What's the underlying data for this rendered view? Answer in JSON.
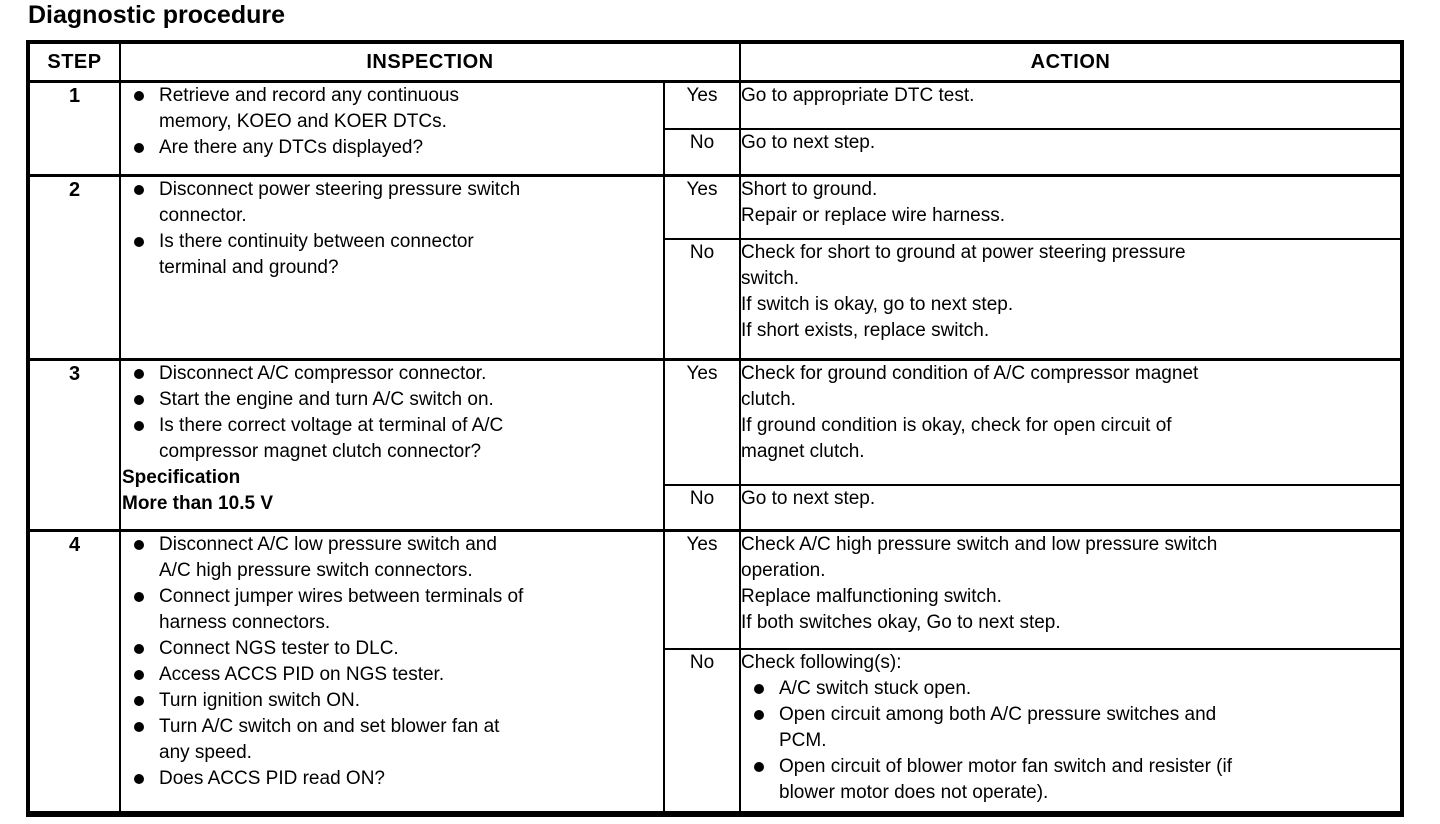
{
  "title": "Diagnostic procedure",
  "table": {
    "header": {
      "step": "STEP",
      "inspection": "INSPECTION",
      "action": "ACTION"
    },
    "rows": [
      {
        "step": "1",
        "inspection": {
          "bullets": [
            "Retrieve and record any continuous\nmemory, KOEO and KOER DTCs.",
            "Are there any DTCs displayed?"
          ]
        },
        "yes": {
          "label": "Yes",
          "lines": [
            "Go to appropriate DTC test."
          ]
        },
        "no": {
          "label": "No",
          "lines": [
            "Go to next step."
          ]
        }
      },
      {
        "step": "2",
        "inspection": {
          "bullets": [
            "Disconnect power steering pressure switch\nconnector.",
            "Is there continuity between connector\nterminal and ground?"
          ]
        },
        "yes": {
          "label": "Yes",
          "lines": [
            "Short to ground.",
            "Repair or replace wire harness."
          ]
        },
        "no": {
          "label": "No",
          "lines": [
            "Check for short to ground at power steering pressure\nswitch.",
            "If switch is okay, go to next step.",
            "If short exists, replace switch."
          ]
        }
      },
      {
        "step": "3",
        "inspection": {
          "bullets": [
            "Disconnect A/C compressor connector.",
            "Start the engine and turn A/C switch on.",
            "Is there correct voltage at terminal of A/C\ncompressor magnet clutch connector?"
          ],
          "notes": [
            "Specification",
            "More than 10.5 V"
          ]
        },
        "yes": {
          "label": "Yes",
          "lines": [
            "Check for ground condition of A/C compressor magnet\nclutch.",
            "If ground condition is okay, check for open circuit of\nmagnet clutch."
          ]
        },
        "no": {
          "label": "No",
          "lines": [
            "Go to next step."
          ]
        }
      },
      {
        "step": "4",
        "inspection": {
          "bullets": [
            "Disconnect A/C low pressure switch and\nA/C high pressure switch connectors.",
            "Connect jumper wires between terminals of\nharness connectors.",
            "Connect NGS tester to DLC.",
            "Access ACCS PID on NGS tester.",
            "Turn ignition switch ON.",
            "Turn A/C switch on and set blower fan at\nany speed.",
            "Does ACCS PID read ON?"
          ]
        },
        "yes": {
          "label": "Yes",
          "lines": [
            "Check A/C high pressure switch and low pressure switch\noperation.",
            "Replace malfunctioning switch.",
            "If both switches okay, Go to next step."
          ]
        },
        "no": {
          "label": "No",
          "lines": [
            "Check following(s):"
          ],
          "bullets": [
            "A/C switch stuck open.",
            "Open circuit among both A/C pressure switches and\nPCM.",
            "Open circuit of blower motor fan switch and resister (if\nblower motor does not operate)."
          ]
        }
      }
    ]
  }
}
